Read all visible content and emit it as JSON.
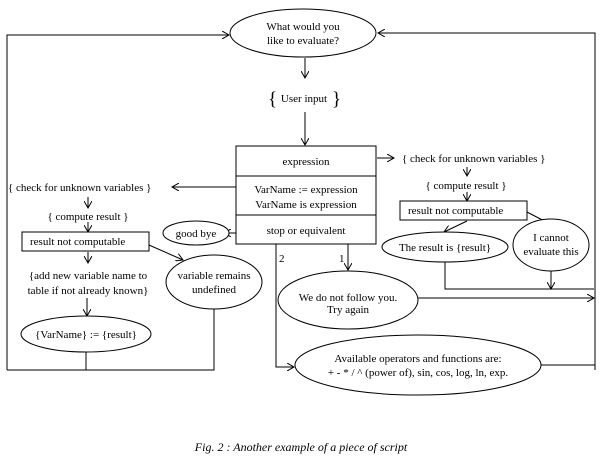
{
  "diagram": {
    "start_prompt": [
      "What would you",
      "like to evaluate?"
    ],
    "user_input": {
      "brace_open": "{",
      "label": "User input",
      "brace_close": "}"
    },
    "main_box": {
      "section1": "expression",
      "section2": [
        "VarName := expression",
        "VarName is expression"
      ],
      "section3": "stop or equivalent"
    },
    "right_branch": {
      "check": "{ check for unknown variables }",
      "compute": "{ compute result }",
      "box": "result not computable",
      "result_ellipse": "The result is {result}",
      "cannot_ellipse": [
        "I cannot",
        "evaluate this"
      ]
    },
    "left_branch": {
      "check": "{ check for unknown variables }",
      "compute": "{ compute result }",
      "box": "result not computable",
      "add_note": [
        "{add new variable name to",
        "table if not already known}"
      ],
      "assign_ellipse": "{VarName} := {result}",
      "undefined_ellipse": [
        "variable remains",
        "undefined"
      ]
    },
    "goodbye": "good bye",
    "branch_labels": {
      "one": "1",
      "two": "2"
    },
    "not_follow": [
      "We do not follow you.",
      "Try again"
    ],
    "operators": [
      "Available operators and functions are:",
      "+ - * / ^ (power of), sin, cos, log, ln, exp."
    ]
  },
  "caption": "Fig. 2 : Another example of a piece of script"
}
